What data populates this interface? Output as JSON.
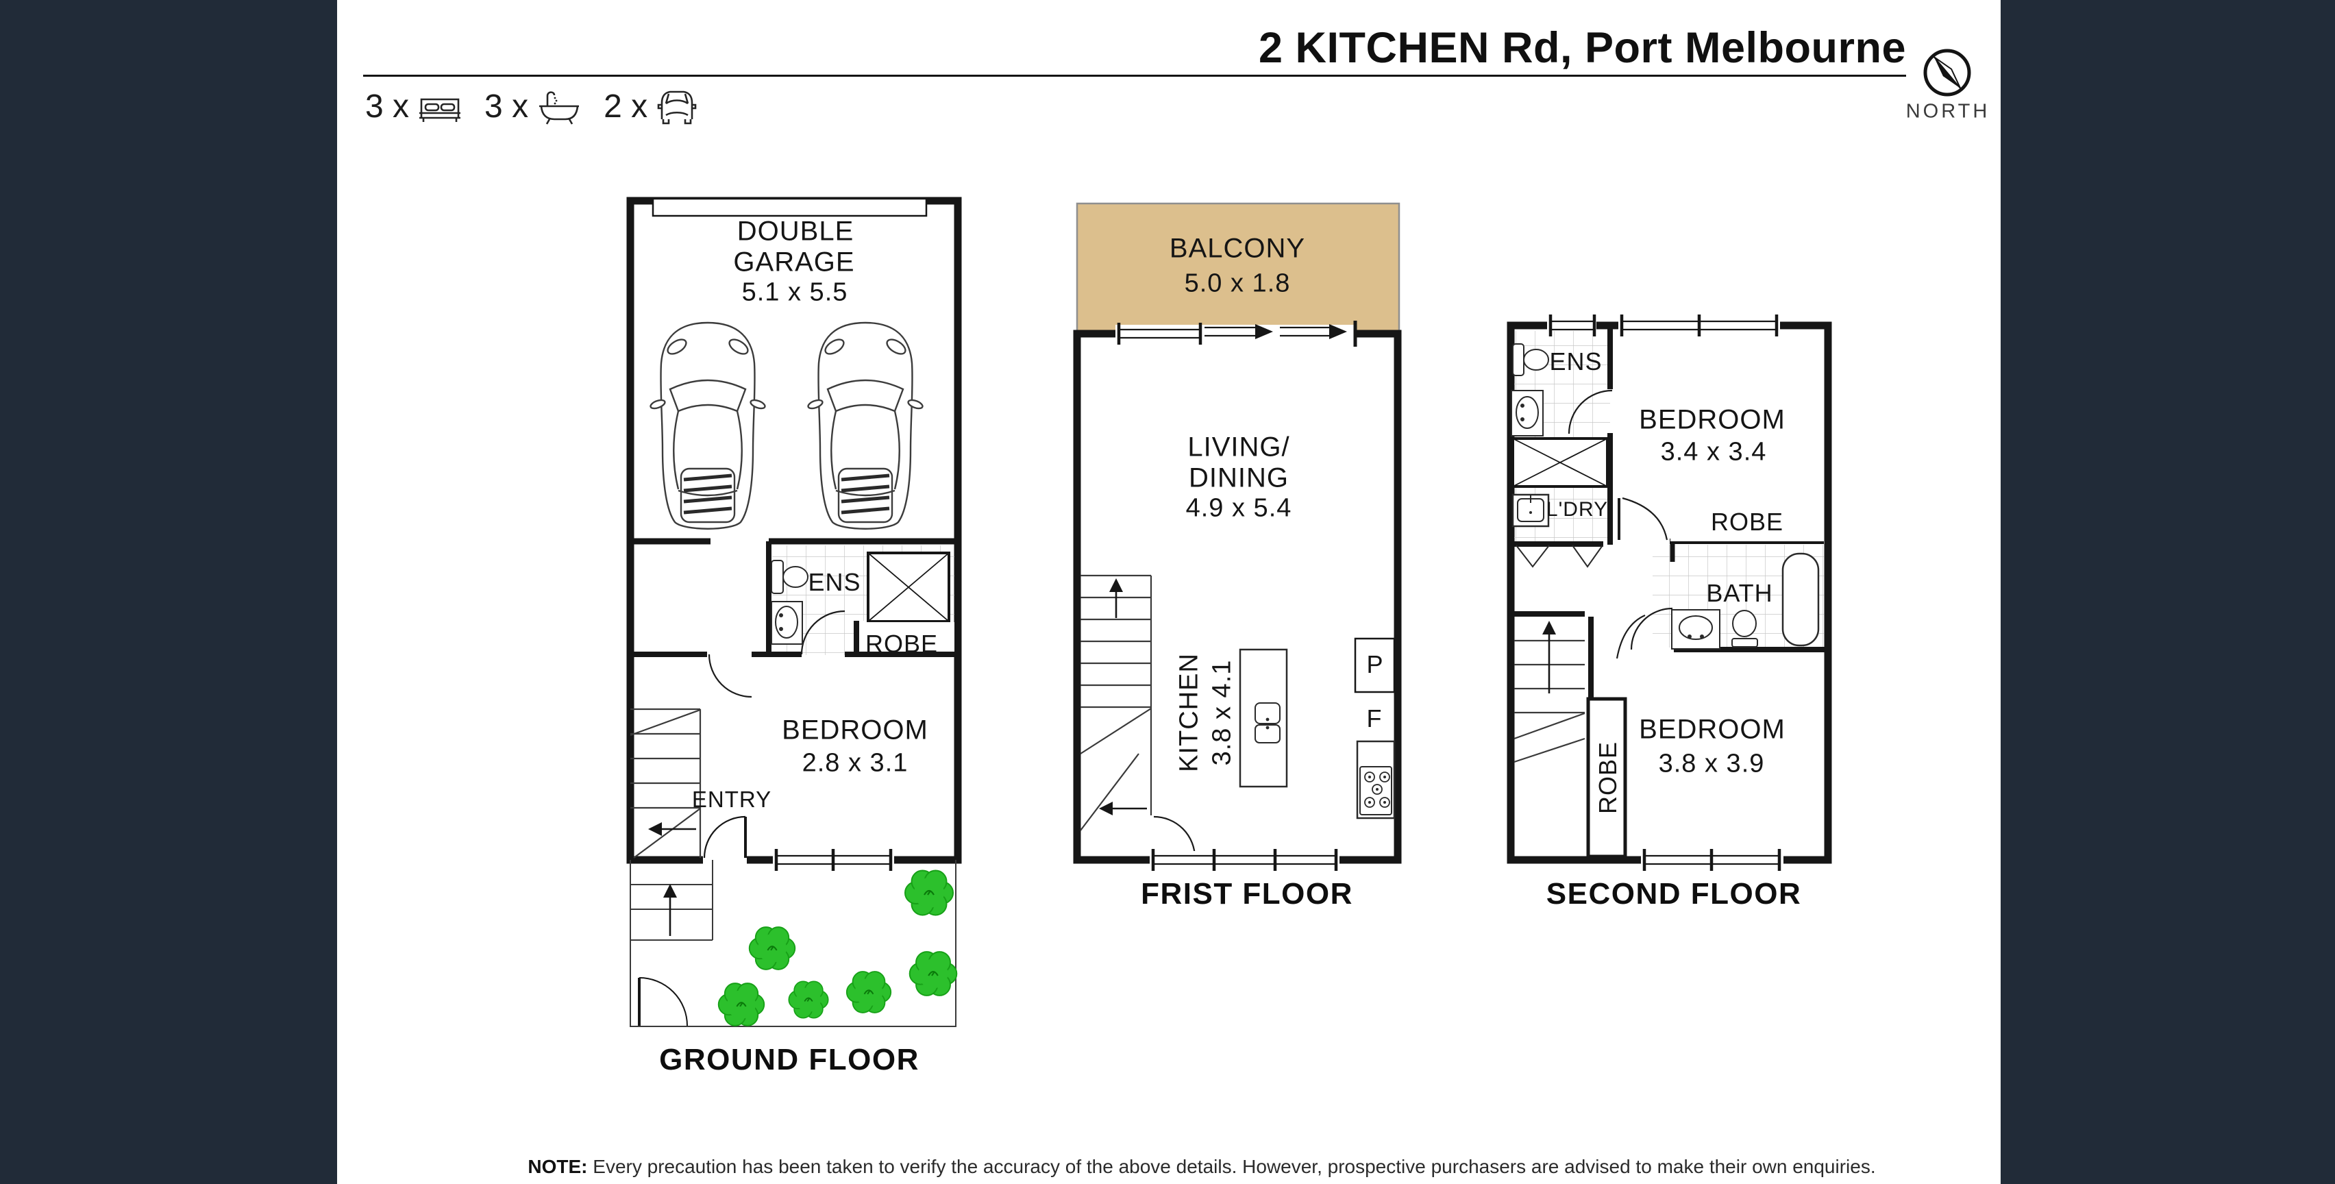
{
  "header": {
    "address_primary": "2 KITCHEN Rd,",
    "address_secondary": " Port Melbourne",
    "compass_label": "NORTH",
    "stats": {
      "beds": "3 x",
      "baths": "3 x",
      "cars": "2 x"
    },
    "icons": [
      "bed-icon",
      "bath-icon",
      "car-icon",
      "compass-north-icon"
    ]
  },
  "ground_floor": {
    "floor_label": "GROUND FLOOR",
    "garage_line1": "DOUBLE",
    "garage_line2": "GARAGE",
    "garage_dims": "5.1 x 5.5",
    "ens": "ENS",
    "robe": "ROBE",
    "bedroom": "BEDROOM",
    "bedroom_dims": "2.8 x 3.1",
    "entry": "ENTRY"
  },
  "first_floor": {
    "floor_label": "FRIST FLOOR",
    "balcony": "BALCONY",
    "balcony_dims": "5.0 x 1.8",
    "living_line1": "LIVING/",
    "living_line2": "DINING",
    "living_dims": "4.9 x 5.4",
    "kitchen": "KITCHEN",
    "kitchen_dims": "3.8 x 4.1",
    "pantry": "P",
    "fridge": "F"
  },
  "second_floor": {
    "floor_label": "SECOND FLOOR",
    "ens": "ENS",
    "bedroom1": "BEDROOM",
    "bedroom1_dims": "3.4 x 3.4",
    "laundry": "L'DRY",
    "robe1": "ROBE",
    "bath": "BATH",
    "bedroom2": "BEDROOM",
    "bedroom2_dims": "3.8 x 3.9",
    "robe2": "ROBE"
  },
  "footer": {
    "note_label": "NOTE:",
    "note_text": " Every precaution has been taken to verify the accuracy of the above details. However, prospective purchasers are advised to make their own enquiries."
  },
  "colors": {
    "panel": "#212b38",
    "balcony": "#dcbf8d",
    "tree": "#2cc02c",
    "ink": "#161616"
  }
}
